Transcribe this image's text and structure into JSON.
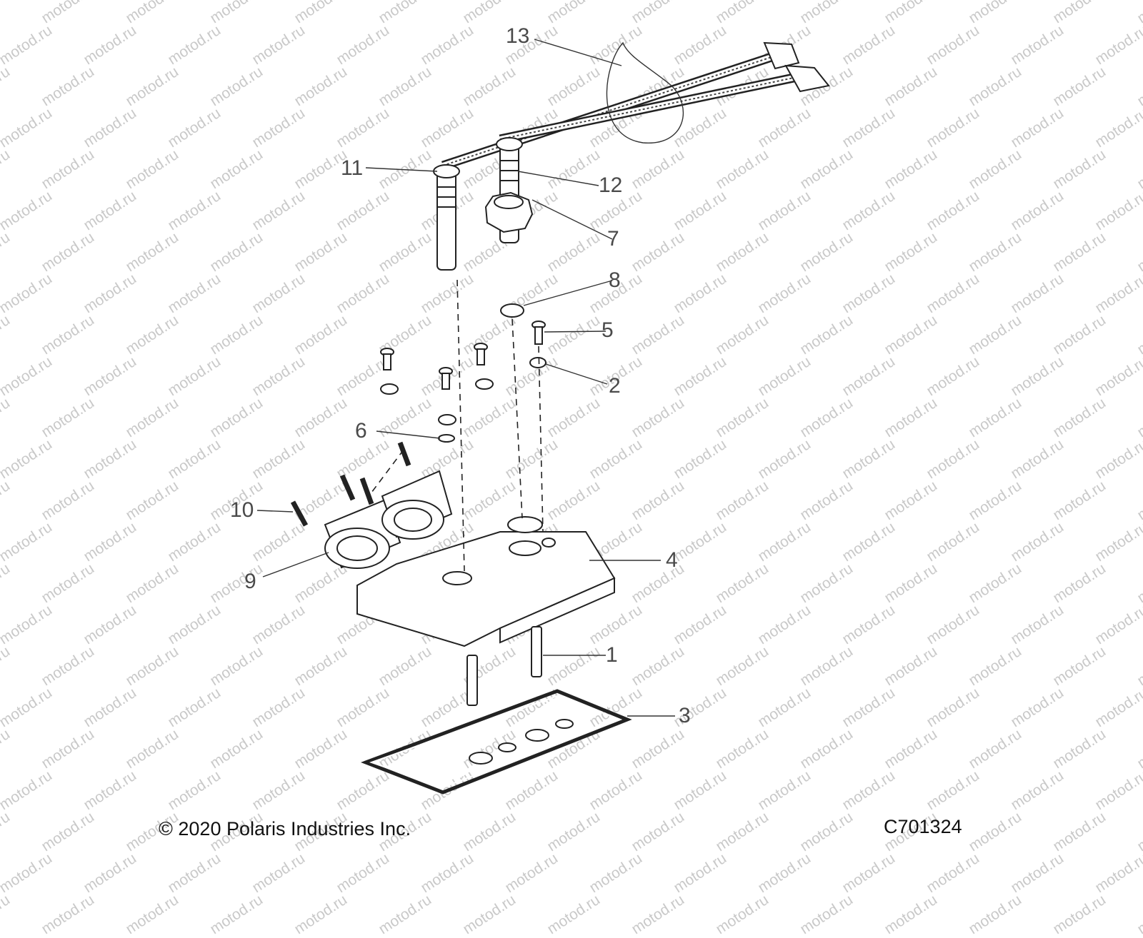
{
  "watermark": {
    "text": "motod.ru"
  },
  "callouts": [
    {
      "id": "13",
      "text": "13"
    },
    {
      "id": "11",
      "text": "11"
    },
    {
      "id": "12",
      "text": "12"
    },
    {
      "id": "7",
      "text": "7"
    },
    {
      "id": "8",
      "text": "8"
    },
    {
      "id": "5",
      "text": "5"
    },
    {
      "id": "2",
      "text": "2"
    },
    {
      "id": "6",
      "text": "6"
    },
    {
      "id": "10",
      "text": "10"
    },
    {
      "id": "9",
      "text": "9"
    },
    {
      "id": "4",
      "text": "4"
    },
    {
      "id": "1",
      "text": "1"
    },
    {
      "id": "3",
      "text": "3"
    }
  ],
  "footer": {
    "copyright": "© 2020 Polaris Industries Inc.",
    "code": "C701324"
  }
}
